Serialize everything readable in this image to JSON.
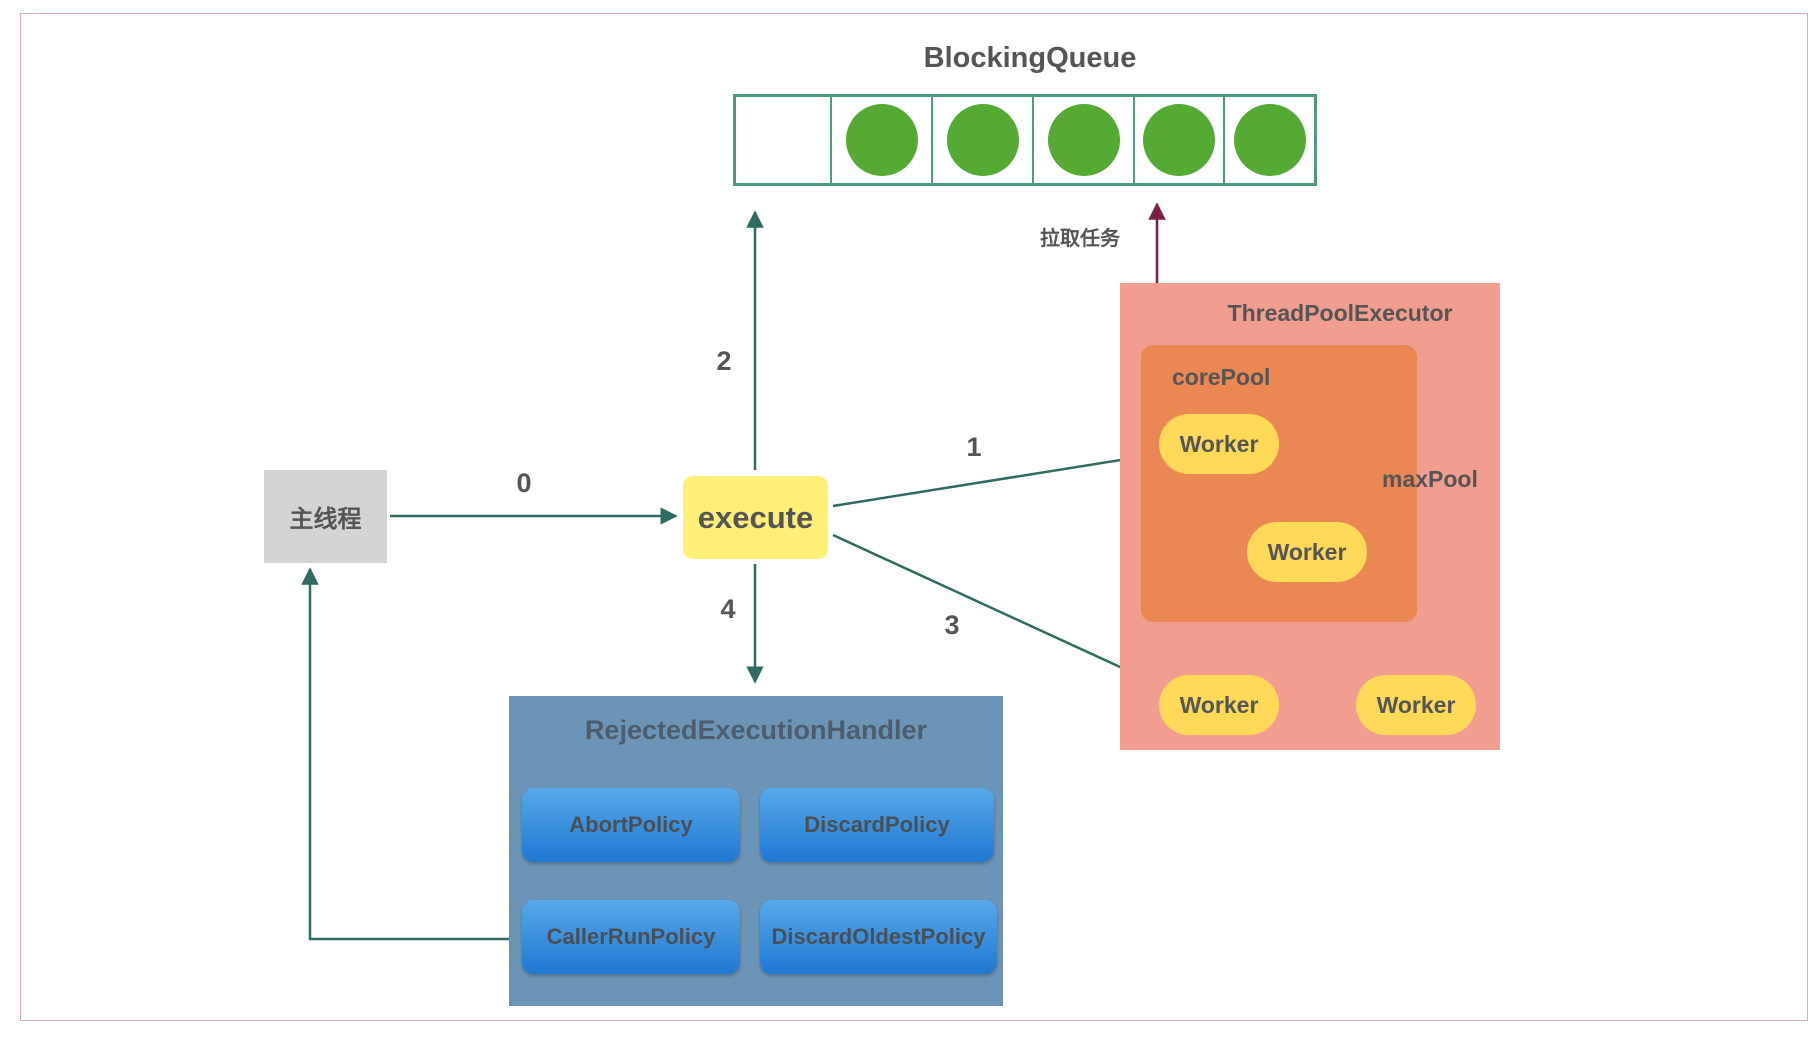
{
  "main_thread": {
    "label": "主线程"
  },
  "execute": {
    "label": "execute"
  },
  "blocking_queue": {
    "title": "BlockingQueue",
    "slots": [
      {
        "filled": false
      },
      {
        "filled": true
      },
      {
        "filled": true
      },
      {
        "filled": true
      },
      {
        "filled": true
      },
      {
        "filled": true
      }
    ],
    "task_color": "#55aa34",
    "border_color": "#4a9b80"
  },
  "steps": {
    "s0": "0",
    "s1": "1",
    "s2": "2",
    "s3": "3",
    "s4": "4"
  },
  "pull_task": {
    "label": "拉取任务"
  },
  "thread_pool_executor": {
    "title": "ThreadPoolExecutor",
    "core_pool_label": "corePool",
    "max_pool_label": "maxPool",
    "core_workers": [
      "Worker",
      "Worker"
    ],
    "extra_workers": [
      "Worker",
      "Worker"
    ]
  },
  "rejected_handler": {
    "title": "RejectedExecutionHandler",
    "policies": [
      "AbortPolicy",
      "DiscardPolicy",
      "CallerRunPolicy",
      "DiscardOldestPolicy"
    ]
  },
  "colors": {
    "arrow": "#2f6b60",
    "pull_arrow": "#7c1f47",
    "main_thread_bg": "#d4d4d4",
    "execute_bg": "#fdef78",
    "executor_bg": "#f19d8f",
    "core_pool_bg": "#ea8752",
    "worker_bg": "#fdd957",
    "handler_bg": "#6c94b7",
    "policy_bg": "#2f8fe0"
  }
}
